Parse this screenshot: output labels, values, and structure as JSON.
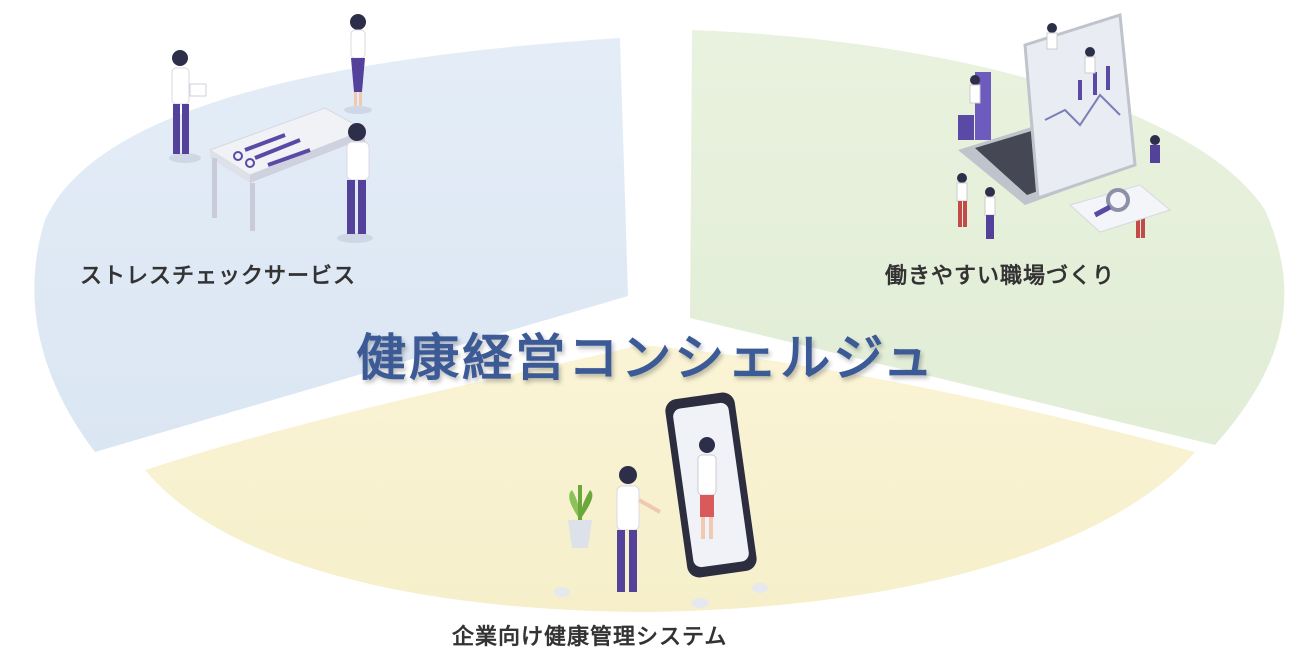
{
  "title": {
    "text": "健康経営コンシェルジュ",
    "color": "#3b5a96"
  },
  "sectors": [
    {
      "name": "stress-check",
      "label": "ストレスチェックサービス",
      "color": "#dfe9f5"
    },
    {
      "name": "workplace",
      "label": "働きやすい職場づくり",
      "color": "#e6f0db"
    },
    {
      "name": "health-system",
      "label": "企業向け健康管理システム",
      "color": "#f8f2cf"
    }
  ],
  "icons": {
    "stress": "stress-check-illustration",
    "workplace": "laptop-team-illustration",
    "system": "smartphone-doctor-illustration"
  }
}
